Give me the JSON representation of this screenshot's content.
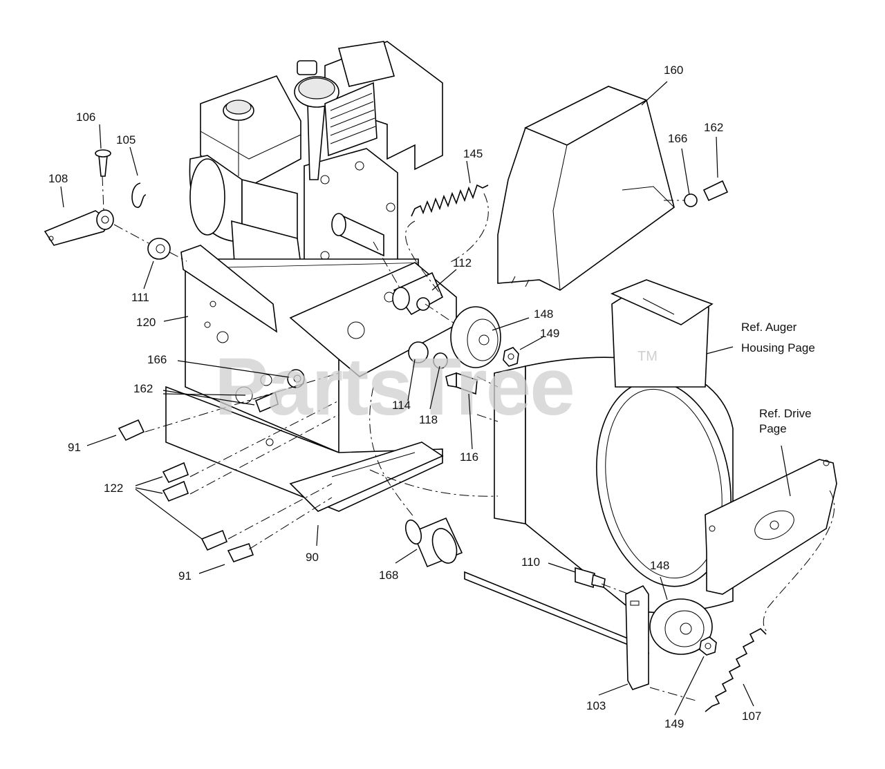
{
  "watermark": {
    "text": "PartsTree",
    "trademark": "TM"
  },
  "callouts": [
    {
      "id": "c-106",
      "number": "106"
    },
    {
      "id": "c-105",
      "number": "105"
    },
    {
      "id": "c-108",
      "number": "108"
    },
    {
      "id": "c-111",
      "number": "111"
    },
    {
      "id": "c-120",
      "number": "120"
    },
    {
      "id": "c-166a",
      "number": "166"
    },
    {
      "id": "c-162a",
      "number": "162"
    },
    {
      "id": "c-91a",
      "number": "91"
    },
    {
      "id": "c-122",
      "number": "122"
    },
    {
      "id": "c-91b",
      "number": "91"
    },
    {
      "id": "c-90",
      "number": "90"
    },
    {
      "id": "c-145",
      "number": "145"
    },
    {
      "id": "c-112",
      "number": "112"
    },
    {
      "id": "c-148a",
      "number": "148"
    },
    {
      "id": "c-149a",
      "number": "149"
    },
    {
      "id": "c-114",
      "number": "114"
    },
    {
      "id": "c-118",
      "number": "118"
    },
    {
      "id": "c-116",
      "number": "116"
    },
    {
      "id": "c-160",
      "number": "160"
    },
    {
      "id": "c-166b",
      "number": "166"
    },
    {
      "id": "c-162b",
      "number": "162"
    },
    {
      "id": "c-168",
      "number": "168"
    },
    {
      "id": "c-110",
      "number": "110"
    },
    {
      "id": "c-148b",
      "number": "148"
    },
    {
      "id": "c-103",
      "number": "103"
    },
    {
      "id": "c-149b",
      "number": "149"
    },
    {
      "id": "c-107",
      "number": "107"
    }
  ],
  "references": {
    "auger_housing": [
      "Ref. Auger",
      "Housing Page"
    ],
    "drive": [
      "Ref. Drive",
      "Page"
    ]
  }
}
